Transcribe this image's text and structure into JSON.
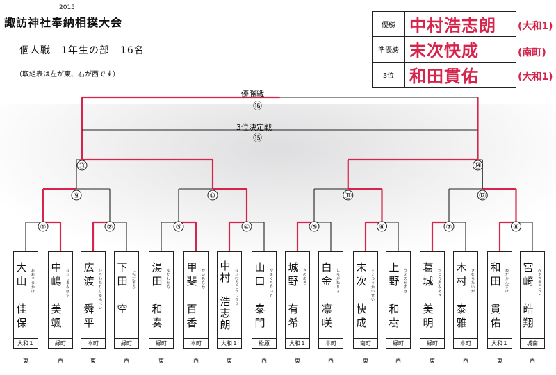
{
  "header": {
    "year": "2015",
    "title": "諏訪神社奉納相撲大会",
    "subtitle": "個人戦　1年生の部　16名",
    "note": "（取組表は左が東、右が西です）"
  },
  "results": [
    {
      "rank": "優勝",
      "name": "中村浩志朗",
      "school": "(大和1)"
    },
    {
      "rank": "準優勝",
      "name": "末次快成",
      "school": "(南町)"
    },
    {
      "rank": "3位",
      "name": "和田貫佑",
      "school": "(大和1)"
    }
  ],
  "bracket": {
    "final_label": "優勝戦",
    "final_no": "⑯",
    "third_label": "3位決定戦",
    "third_no": "⑮",
    "match_nos": [
      "①",
      "②",
      "③",
      "④",
      "⑤",
      "⑥",
      "⑦",
      "⑧",
      "⑨",
      "⑩",
      "⑪",
      "⑫",
      "⑬",
      "⑭"
    ]
  },
  "players": [
    {
      "name": "大山佳保",
      "chars": [
        "大",
        "山",
        "",
        "佳",
        "保"
      ],
      "furigana": "おおやまかほ",
      "school": "大和１",
      "side": "東"
    },
    {
      "name": "中嶋美颯",
      "chars": [
        "中",
        "嶋",
        "",
        "美",
        "颯"
      ],
      "furigana": "なかしまみはや",
      "school": "緑町",
      "side": "西"
    },
    {
      "name": "広渡舜平",
      "chars": [
        "広",
        "渡",
        "",
        "舜",
        "平"
      ],
      "furigana": "ひろわたりしゅんぺい",
      "school": "本町",
      "side": "東"
    },
    {
      "name": "下田空",
      "chars": [
        "下",
        "田",
        "",
        "空",
        ""
      ],
      "furigana": "しもだそら",
      "school": "緑町",
      "side": "西"
    },
    {
      "name": "湯田和奏",
      "chars": [
        "湯",
        "田",
        "",
        "和",
        "奏"
      ],
      "furigana": "ゆだわかな",
      "school": "緑町",
      "side": "東"
    },
    {
      "name": "甲斐百香",
      "chars": [
        "甲",
        "斐",
        "",
        "百",
        "香"
      ],
      "furigana": "かいももか",
      "school": "本町",
      "side": "西"
    },
    {
      "name": "中村浩志朗",
      "chars": [
        "中",
        "村",
        "",
        "浩",
        "志",
        "朗"
      ],
      "furigana": "なかむらこうしろう",
      "school": "大和１",
      "side": "東"
    },
    {
      "name": "山口泰門",
      "chars": [
        "山",
        "口",
        "",
        "泰",
        "門"
      ],
      "furigana": "やまぐちたいと",
      "school": "松原",
      "side": "西"
    },
    {
      "name": "城野有希",
      "chars": [
        "城",
        "野",
        "",
        "有",
        "希"
      ],
      "furigana": "きのあき",
      "school": "大和１",
      "side": "東"
    },
    {
      "name": "白金凛咲",
      "chars": [
        "白",
        "金",
        "",
        "凛",
        "咲"
      ],
      "furigana": "しろがねりさ",
      "school": "本町",
      "side": "西"
    },
    {
      "name": "末次快成",
      "chars": [
        "末",
        "次",
        "",
        "快",
        "成"
      ],
      "furigana": "すえつぐかいせい",
      "school": "南町",
      "side": "東"
    },
    {
      "name": "上野和樹",
      "chars": [
        "上",
        "野",
        "",
        "和",
        "樹"
      ],
      "furigana": "うえのかずき",
      "school": "緑町",
      "side": "西"
    },
    {
      "name": "葛城美明",
      "chars": [
        "葛",
        "城",
        "",
        "美",
        "明"
      ],
      "furigana": "かつらぎみあき",
      "school": "緑町",
      "side": "東"
    },
    {
      "name": "木村泰雅",
      "chars": [
        "木",
        "村",
        "",
        "泰",
        "雅"
      ],
      "furigana": "きむらたいが",
      "school": "本町",
      "side": "西"
    },
    {
      "name": "和田貫佑",
      "chars": [
        "和",
        "田",
        "",
        "貫",
        "佑"
      ],
      "furigana": "わだかんすけ",
      "school": "大和１",
      "side": "東"
    },
    {
      "name": "宮崎皓翔",
      "chars": [
        "宮",
        "崎",
        "",
        "皓",
        "翔"
      ],
      "furigana": "みやざきこうと",
      "school": "城南",
      "side": "西"
    }
  ],
  "winners": {
    "r1": [
      1,
      2,
      5,
      6,
      8,
      10,
      12,
      14
    ],
    "r2": [
      1,
      6,
      10,
      14
    ],
    "r3": [
      6,
      10
    ],
    "final": 6
  },
  "colors": {
    "win": "#d6254d",
    "line": "#222222",
    "name_red": "#d6254d"
  }
}
